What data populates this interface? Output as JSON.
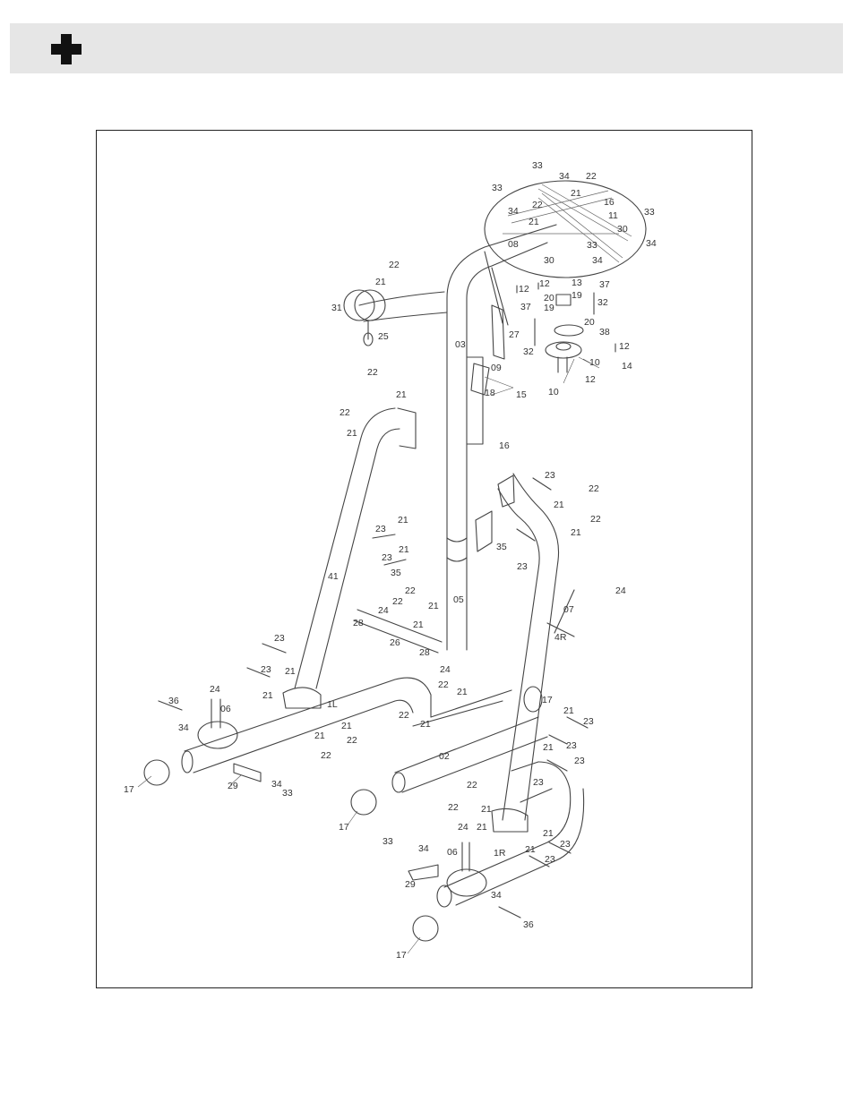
{
  "header": {
    "logo_icon": "cross-plus-icon",
    "bar_color": "#e6e6e6"
  },
  "diagram": {
    "labels": [
      "33",
      "34",
      "22",
      "33",
      "21",
      "16",
      "34",
      "22",
      "21",
      "33",
      "11",
      "30",
      "34",
      "08",
      "33",
      "30",
      "34",
      "22",
      "21",
      "12",
      "12",
      "13",
      "37",
      "31",
      "19",
      "32",
      "37",
      "20",
      "19",
      "20",
      "38",
      "25",
      "27",
      "03",
      "32",
      "12",
      "09",
      "14",
      "10",
      "10",
      "12",
      "18",
      "15",
      "22",
      "21",
      "22",
      "21",
      "16",
      "23",
      "22",
      "21",
      "22",
      "21",
      "23",
      "21",
      "35",
      "23",
      "21",
      "35",
      "23",
      "41",
      "22",
      "24",
      "22",
      "21",
      "05",
      "24",
      "07",
      "28",
      "21",
      "26",
      "28",
      "4R",
      "23",
      "24",
      "23",
      "21",
      "22",
      "21",
      "36",
      "24",
      "21",
      "06",
      "1L",
      "22",
      "21",
      "17",
      "34",
      "21",
      "21",
      "23",
      "22",
      "21",
      "22",
      "23",
      "02",
      "21",
      "23",
      "17",
      "29",
      "34",
      "33",
      "23",
      "17",
      "22",
      "21",
      "22",
      "21",
      "24",
      "21",
      "33",
      "34",
      "23",
      "21",
      "06",
      "1R",
      "23",
      "29",
      "34",
      "36",
      "17"
    ]
  }
}
